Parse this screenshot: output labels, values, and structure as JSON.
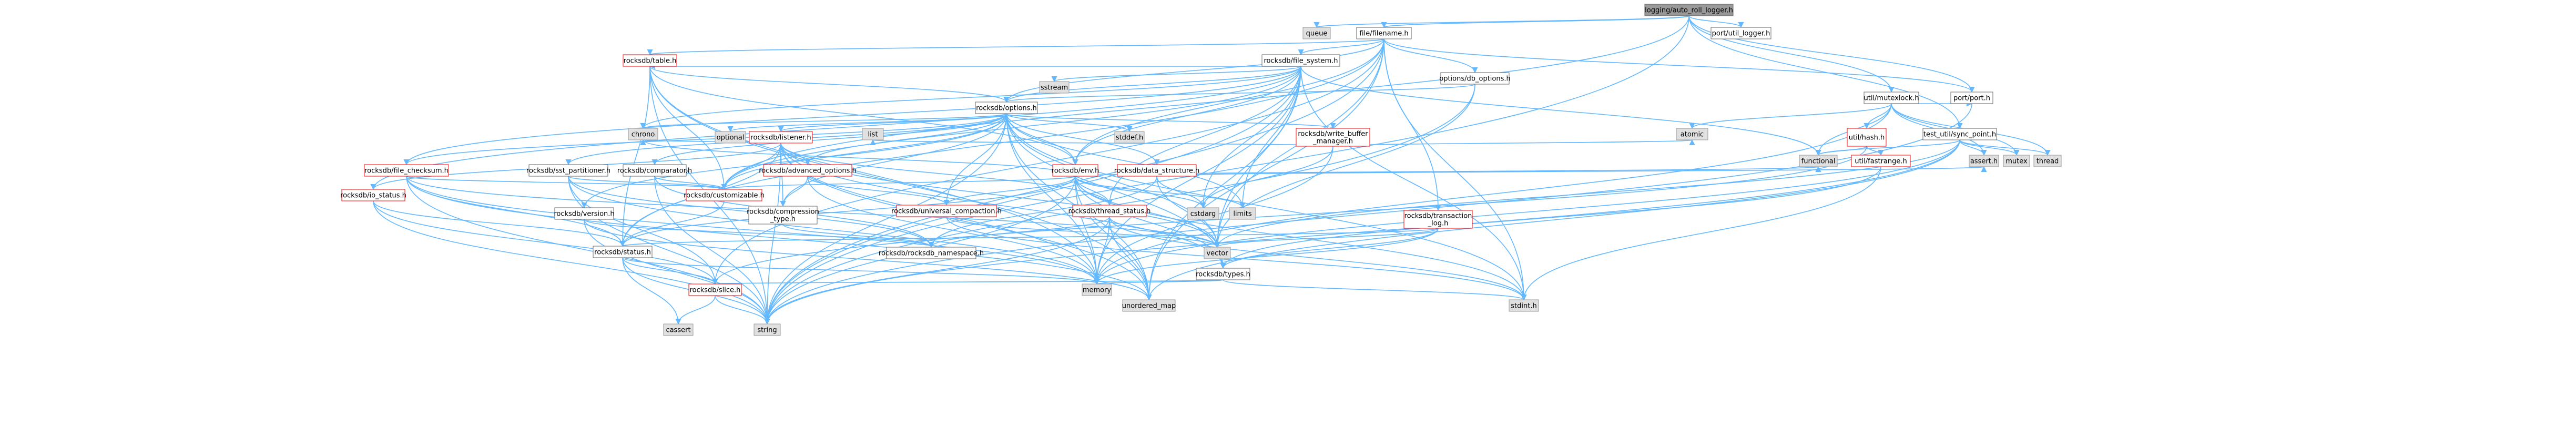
{
  "title": "",
  "legend": {},
  "nodes": [
    {
      "id": "root",
      "label": "logging/auto_roll_logger.h",
      "style": "root"
    },
    {
      "id": "queue",
      "label": "queue",
      "style": "sys"
    },
    {
      "id": "file_filename",
      "label": "file/filename.h",
      "style": "local"
    },
    {
      "id": "port_util_logger",
      "label": "port/util_logger.h",
      "style": "local"
    },
    {
      "id": "util_mutexlock",
      "label": "util/mutexlock.h",
      "style": "local"
    },
    {
      "id": "test_util_sync_point",
      "label": "test_util/sync_point.h",
      "style": "local"
    },
    {
      "id": "port_port",
      "label": "port/port.h",
      "style": "local"
    },
    {
      "id": "rocksdb_file_system",
      "label": "rocksdb/file_system.h",
      "style": "local"
    },
    {
      "id": "rocksdb_table",
      "label": "rocksdb/table.h",
      "style": "red"
    },
    {
      "id": "sstream",
      "label": "sstream",
      "style": "sys"
    },
    {
      "id": "options_db_options",
      "label": "options/db_options.h",
      "style": "local"
    },
    {
      "id": "rocksdb_options",
      "label": "rocksdb/options.h",
      "style": "local"
    },
    {
      "id": "util_hash",
      "label": "util/hash.h",
      "style": "red"
    },
    {
      "id": "util_fastrange",
      "label": "util/fastrange.h",
      "style": "red"
    },
    {
      "id": "atomic",
      "label": "atomic",
      "style": "sys"
    },
    {
      "id": "optional",
      "label": "optional",
      "style": "sys"
    },
    {
      "id": "rocksdb_listener",
      "label": "rocksdb/listener.h",
      "style": "red"
    },
    {
      "id": "stddef",
      "label": "stddef.h",
      "style": "sys"
    },
    {
      "id": "rocksdb_write_buffer_manager",
      "label": "rocksdb/write_buffer\n_manager.h",
      "style": "red"
    },
    {
      "id": "rocksdb_file_checksum",
      "label": "rocksdb/file_checksum.h",
      "style": "red"
    },
    {
      "id": "rocksdb_sst_partitioner",
      "label": "rocksdb/sst_partitioner.h",
      "style": "local"
    },
    {
      "id": "rocksdb_comparator",
      "label": "rocksdb/comparator.h",
      "style": "local"
    },
    {
      "id": "rocksdb_advanced_options",
      "label": "rocksdb/advanced_options.h",
      "style": "red"
    },
    {
      "id": "rocksdb_env",
      "label": "rocksdb/env.h",
      "style": "red"
    },
    {
      "id": "rocksdb_data_structure",
      "label": "rocksdb/data_structure.h",
      "style": "red"
    },
    {
      "id": "chrono",
      "label": "chrono",
      "style": "sys"
    },
    {
      "id": "list",
      "label": "list",
      "style": "sys"
    },
    {
      "id": "rocksdb_io_status",
      "label": "rocksdb/io_status.h",
      "style": "red"
    },
    {
      "id": "rocksdb_customizable",
      "label": "rocksdb/customizable.h",
      "style": "red"
    },
    {
      "id": "rocksdb_version",
      "label": "rocksdb/version.h",
      "style": "local"
    },
    {
      "id": "rocksdb_compression_type",
      "label": "rocksdb/compression\n_type.h",
      "style": "local"
    },
    {
      "id": "rocksdb_universal_compaction",
      "label": "rocksdb/universal_compaction.h",
      "style": "red"
    },
    {
      "id": "rocksdb_thread_status",
      "label": "rocksdb/thread_status.h",
      "style": "red"
    },
    {
      "id": "cstdarg",
      "label": "cstdarg",
      "style": "sys"
    },
    {
      "id": "limits",
      "label": "limits",
      "style": "sys"
    },
    {
      "id": "rocksdb_transaction_log",
      "label": "rocksdb/transaction\n_log.h",
      "style": "red"
    },
    {
      "id": "functional",
      "label": "functional",
      "style": "sys"
    },
    {
      "id": "assert",
      "label": "assert.h",
      "style": "sys"
    },
    {
      "id": "mutex",
      "label": "mutex",
      "style": "sys"
    },
    {
      "id": "thread",
      "label": "thread",
      "style": "sys"
    },
    {
      "id": "rocksdb_status",
      "label": "rocksdb/status.h",
      "style": "local"
    },
    {
      "id": "rocksdb_rocksdb_namespace",
      "label": "rocksdb/rocksdb_namespace.h",
      "style": "local"
    },
    {
      "id": "vector",
      "label": "vector",
      "style": "sys"
    },
    {
      "id": "rocksdb_types",
      "label": "rocksdb/types.h",
      "style": "local"
    },
    {
      "id": "rocksdb_slice",
      "label": "rocksdb/slice.h",
      "style": "red"
    },
    {
      "id": "memory",
      "label": "memory",
      "style": "sys"
    },
    {
      "id": "unordered_map",
      "label": "unordered_map",
      "style": "sys"
    },
    {
      "id": "stdint",
      "label": "stdint.h",
      "style": "sys"
    },
    {
      "id": "cassert",
      "label": "cassert",
      "style": "sys"
    },
    {
      "id": "string",
      "label": "string",
      "style": "sys"
    }
  ],
  "edges": [
    [
      "root",
      "queue"
    ],
    [
      "root",
      "file_filename"
    ],
    [
      "root",
      "port_util_logger"
    ],
    [
      "root",
      "util_mutexlock"
    ],
    [
      "root",
      "test_util_sync_point"
    ],
    [
      "root",
      "port_port"
    ],
    [
      "root",
      "string"
    ],
    [
      "root",
      "rocksdb_customizable"
    ],
    [
      "file_filename",
      "rocksdb_file_system"
    ],
    [
      "file_filename",
      "rocksdb_options"
    ],
    [
      "file_filename",
      "options_db_options"
    ],
    [
      "file_filename",
      "rocksdb_table"
    ],
    [
      "file_filename",
      "rocksdb_status"
    ],
    [
      "file_filename",
      "rocksdb_slice"
    ],
    [
      "file_filename",
      "rocksdb_transaction_log"
    ],
    [
      "file_filename",
      "port_port"
    ],
    [
      "file_filename",
      "unordered_map"
    ],
    [
      "file_filename",
      "vector"
    ],
    [
      "file_filename",
      "stdint"
    ],
    [
      "file_filename",
      "string"
    ],
    [
      "file_filename",
      "rocksdb_env"
    ],
    [
      "rocksdb_file_system",
      "sstream"
    ],
    [
      "rocksdb_file_system",
      "rocksdb_options"
    ],
    [
      "rocksdb_file_system",
      "rocksdb_table"
    ],
    [
      "rocksdb_file_system",
      "rocksdb_io_status"
    ],
    [
      "rocksdb_file_system",
      "rocksdb_env"
    ],
    [
      "rocksdb_file_system",
      "rocksdb_file_checksum"
    ],
    [
      "rocksdb_file_system",
      "rocksdb_customizable"
    ],
    [
      "rocksdb_file_system",
      "rocksdb_thread_status"
    ],
    [
      "rocksdb_file_system",
      "chrono"
    ],
    [
      "rocksdb_file_system",
      "cstdarg"
    ],
    [
      "rocksdb_file_system",
      "limits"
    ],
    [
      "rocksdb_file_system",
      "functional"
    ],
    [
      "rocksdb_file_system",
      "memory"
    ],
    [
      "rocksdb_file_system",
      "stdint"
    ],
    [
      "rocksdb_file_system",
      "string"
    ],
    [
      "rocksdb_file_system",
      "unordered_map"
    ],
    [
      "rocksdb_file_system",
      "vector"
    ],
    [
      "options_db_options",
      "rocksdb_options"
    ],
    [
      "options_db_options",
      "string"
    ],
    [
      "options_db_options",
      "vector"
    ],
    [
      "rocksdb_table",
      "rocksdb_options"
    ],
    [
      "rocksdb_table",
      "rocksdb_customizable"
    ],
    [
      "rocksdb_table",
      "rocksdb_status"
    ],
    [
      "rocksdb_table",
      "memory"
    ],
    [
      "rocksdb_table",
      "string"
    ],
    [
      "rocksdb_table",
      "unordered_map"
    ],
    [
      "rocksdb_table",
      "rocksdb_env"
    ],
    [
      "rocksdb_options",
      "optional"
    ],
    [
      "rocksdb_options",
      "stddef"
    ],
    [
      "rocksdb_options",
      "rocksdb_listener"
    ],
    [
      "rocksdb_options",
      "rocksdb_write_buffer_manager"
    ],
    [
      "rocksdb_options",
      "rocksdb_file_checksum"
    ],
    [
      "rocksdb_options",
      "rocksdb_sst_partitioner"
    ],
    [
      "rocksdb_options",
      "rocksdb_comparator"
    ],
    [
      "rocksdb_options",
      "rocksdb_advanced_options"
    ],
    [
      "rocksdb_options",
      "rocksdb_env"
    ],
    [
      "rocksdb_options",
      "rocksdb_data_structure"
    ],
    [
      "rocksdb_options",
      "rocksdb_version"
    ],
    [
      "rocksdb_options",
      "rocksdb_compression_type"
    ],
    [
      "rocksdb_options",
      "rocksdb_universal_compaction"
    ],
    [
      "rocksdb_options",
      "rocksdb_types"
    ],
    [
      "rocksdb_options",
      "rocksdb_customizable"
    ],
    [
      "rocksdb_options",
      "chrono"
    ],
    [
      "rocksdb_options",
      "limits"
    ],
    [
      "rocksdb_options",
      "memory"
    ],
    [
      "rocksdb_options",
      "string"
    ],
    [
      "rocksdb_options",
      "unordered_map"
    ],
    [
      "rocksdb_options",
      "vector"
    ],
    [
      "rocksdb_options",
      "stdint"
    ],
    [
      "util_mutexlock",
      "atomic"
    ],
    [
      "util_mutexlock",
      "functional"
    ],
    [
      "util_mutexlock",
      "assert"
    ],
    [
      "util_mutexlock",
      "mutex"
    ],
    [
      "util_mutexlock",
      "thread"
    ],
    [
      "util_mutexlock",
      "port_port"
    ],
    [
      "util_mutexlock",
      "util_hash"
    ],
    [
      "util_mutexlock",
      "memory"
    ],
    [
      "util_hash",
      "util_fastrange"
    ],
    [
      "util_hash",
      "functional"
    ],
    [
      "util_hash",
      "rocksdb_slice"
    ],
    [
      "util_fastrange",
      "rocksdb_types"
    ],
    [
      "util_fastrange",
      "stdint"
    ],
    [
      "test_util_sync_point",
      "assert"
    ],
    [
      "test_util_sync_point",
      "functional"
    ],
    [
      "test_util_sync_point",
      "mutex"
    ],
    [
      "test_util_sync_point",
      "string"
    ],
    [
      "test_util_sync_point",
      "thread"
    ],
    [
      "test_util_sync_point",
      "vector"
    ],
    [
      "test_util_sync_point",
      "unordered_map"
    ],
    [
      "test_util_sync_point",
      "memory"
    ],
    [
      "port_port",
      "string"
    ],
    [
      "rocksdb_listener",
      "chrono"
    ],
    [
      "rocksdb_listener",
      "memory"
    ],
    [
      "rocksdb_listener",
      "string"
    ],
    [
      "rocksdb_listener",
      "unordered_map"
    ],
    [
      "rocksdb_listener",
      "vector"
    ],
    [
      "rocksdb_listener",
      "rocksdb_advanced_options"
    ],
    [
      "rocksdb_listener",
      "rocksdb_compression_type"
    ],
    [
      "rocksdb_listener",
      "rocksdb_customizable"
    ],
    [
      "rocksdb_listener",
      "rocksdb_io_status"
    ],
    [
      "rocksdb_listener",
      "rocksdb_status"
    ],
    [
      "rocksdb_listener",
      "rocksdb_types"
    ],
    [
      "rocksdb_listener",
      "rocksdb_thread_status"
    ],
    [
      "rocksdb_write_buffer_manager",
      "atomic"
    ],
    [
      "rocksdb_write_buffer_manager",
      "list"
    ],
    [
      "rocksdb_write_buffer_manager",
      "memory"
    ],
    [
      "rocksdb_write_buffer_manager",
      "cstdarg"
    ],
    [
      "rocksdb_file_checksum",
      "rocksdb_customizable"
    ],
    [
      "rocksdb_file_checksum",
      "rocksdb_status"
    ],
    [
      "rocksdb_file_checksum",
      "memory"
    ],
    [
      "rocksdb_file_checksum",
      "string"
    ],
    [
      "rocksdb_file_checksum",
      "unordered_map"
    ],
    [
      "rocksdb_file_checksum",
      "vector"
    ],
    [
      "rocksdb_sst_partitioner",
      "rocksdb_customizable"
    ],
    [
      "rocksdb_sst_partitioner",
      "rocksdb_rocksdb_namespace"
    ],
    [
      "rocksdb_sst_partitioner",
      "rocksdb_slice"
    ],
    [
      "rocksdb_sst_partitioner",
      "memory"
    ],
    [
      "rocksdb_sst_partitioner",
      "string"
    ],
    [
      "rocksdb_comparator",
      "rocksdb_customizable"
    ],
    [
      "rocksdb_comparator",
      "rocksdb_rocksdb_namespace"
    ],
    [
      "rocksdb_comparator",
      "string"
    ],
    [
      "rocksdb_advanced_options",
      "memory"
    ],
    [
      "rocksdb_advanced_options",
      "rocksdb_compression_type"
    ],
    [
      "rocksdb_advanced_options",
      "rocksdb_universal_compaction"
    ],
    [
      "rocksdb_env",
      "cstdarg"
    ],
    [
      "rocksdb_env",
      "functional"
    ],
    [
      "rocksdb_env",
      "limits"
    ],
    [
      "rocksdb_env",
      "memory"
    ],
    [
      "rocksdb_env",
      "string"
    ],
    [
      "rocksdb_env",
      "unordered_map"
    ],
    [
      "rocksdb_env",
      "vector"
    ],
    [
      "rocksdb_env",
      "rocksdb_customizable"
    ],
    [
      "rocksdb_env",
      "rocksdb_functor"
    ],
    [
      "rocksdb_env",
      "rocksdb_status"
    ],
    [
      "rocksdb_env",
      "rocksdb_thread_status"
    ],
    [
      "rocksdb_env",
      "rocksdb_universal_compaction"
    ],
    [
      "rocksdb_env",
      "rocksdb_types"
    ],
    [
      "rocksdb_env",
      "stdint"
    ],
    [
      "rocksdb_env",
      "chrono"
    ],
    [
      "rocksdb_data_structure",
      "assert"
    ],
    [
      "rocksdb_data_structure",
      "cstdarg"
    ],
    [
      "rocksdb_data_structure",
      "vector"
    ],
    [
      "rocksdb_data_structure",
      "rocksdb_rocksdb_namespace"
    ],
    [
      "rocksdb_io_status",
      "rocksdb_slice"
    ],
    [
      "rocksdb_io_status",
      "rocksdb_status"
    ],
    [
      "rocksdb_io_status",
      "string"
    ],
    [
      "rocksdb_customizable",
      "rocksdb_status"
    ],
    [
      "rocksdb_version",
      "rocksdb_rocksdb_namespace"
    ],
    [
      "rocksdb_version",
      "string"
    ],
    [
      "rocksdb_version",
      "unordered_map"
    ],
    [
      "rocksdb_compression_type",
      "rocksdb_rocksdb_namespace"
    ],
    [
      "rocksdb_universal_compaction",
      "vector"
    ],
    [
      "rocksdb_universal_compaction",
      "stdint"
    ],
    [
      "rocksdb_thread_status",
      "memory"
    ],
    [
      "rocksdb_thread_status",
      "string"
    ],
    [
      "rocksdb_thread_status",
      "unordered_map"
    ],
    [
      "rocksdb_thread_status",
      "vector"
    ],
    [
      "rocksdb_thread_status",
      "rocksdb_rocksdb_namespace"
    ],
    [
      "rocksdb_thread_status",
      "stdint"
    ],
    [
      "rocksdb_transaction_log",
      "memory"
    ],
    [
      "rocksdb_transaction_log",
      "vector"
    ],
    [
      "rocksdb_transaction_log",
      "rocksdb_status"
    ],
    [
      "rocksdb_transaction_log",
      "rocksdb_types"
    ],
    [
      "rocksdb_status",
      "rocksdb_slice"
    ],
    [
      "rocksdb_status",
      "memory"
    ],
    [
      "rocksdb_status",
      "string"
    ],
    [
      "rocksdb_status",
      "cassert"
    ],
    [
      "rocksdb_types",
      "stdint"
    ],
    [
      "rocksdb_types",
      "memory"
    ],
    [
      "rocksdb_types",
      "rocksdb_slice"
    ],
    [
      "rocksdb_slice",
      "cassert"
    ],
    [
      "rocksdb_slice",
      "string"
    ]
  ]
}
